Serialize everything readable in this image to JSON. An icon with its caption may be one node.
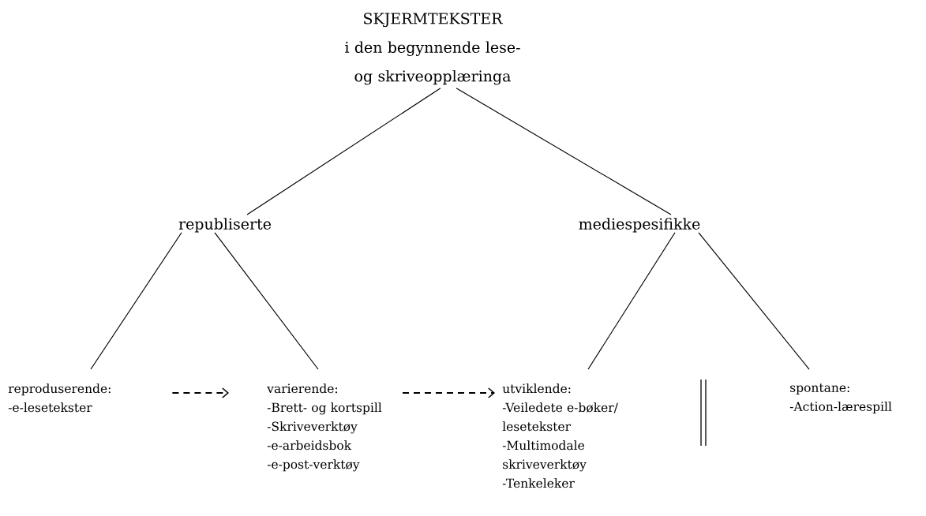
{
  "diagram": {
    "nodes": [
      {
        "text": [
          "SKJERMTEKSTER",
          "i den begynnende lese- og skriveopplæringa"
        ]
      },
      {
        "text": [
          "republiserte"
        ]
      },
      {
        "text": [
          "mediespesifikke"
        ]
      },
      {
        "text": [
          "reproduserende:",
          "-e-lesetekster"
        ]
      },
      {
        "text": [
          "varierende:",
          "-Brett- og kortspill",
          "-Skriveverktøy",
          "-e-arbeidsbok",
          "-e-post-verktøy"
        ]
      },
      {
        "text": [
          "utviklende:",
          "-Veiledete e-bøker/ lesetekster",
          "-Multimodale skriveverktøy",
          "-Tenkeleker"
        ]
      },
      {
        "text": [
          "spontane:",
          "-Action-lærespill"
        ]
      }
    ],
    "edges": [
      {
        "from": 0,
        "to": 1,
        "arrow": "none"
      },
      {
        "from": 0,
        "to": 2,
        "arrow": "none"
      },
      {
        "from": 1,
        "to": 3,
        "arrow": "none"
      },
      {
        "from": 1,
        "to": 4,
        "arrow": "none"
      },
      {
        "from": 2,
        "to": 5,
        "arrow": "none"
      },
      {
        "from": 2,
        "to": 6,
        "arrow": "none"
      },
      {
        "from": 3,
        "to": 4,
        "arrow": "to",
        "style": "dashed"
      },
      {
        "from": 4,
        "to": 5,
        "arrow": "to",
        "style": "dashed"
      }
    ]
  }
}
